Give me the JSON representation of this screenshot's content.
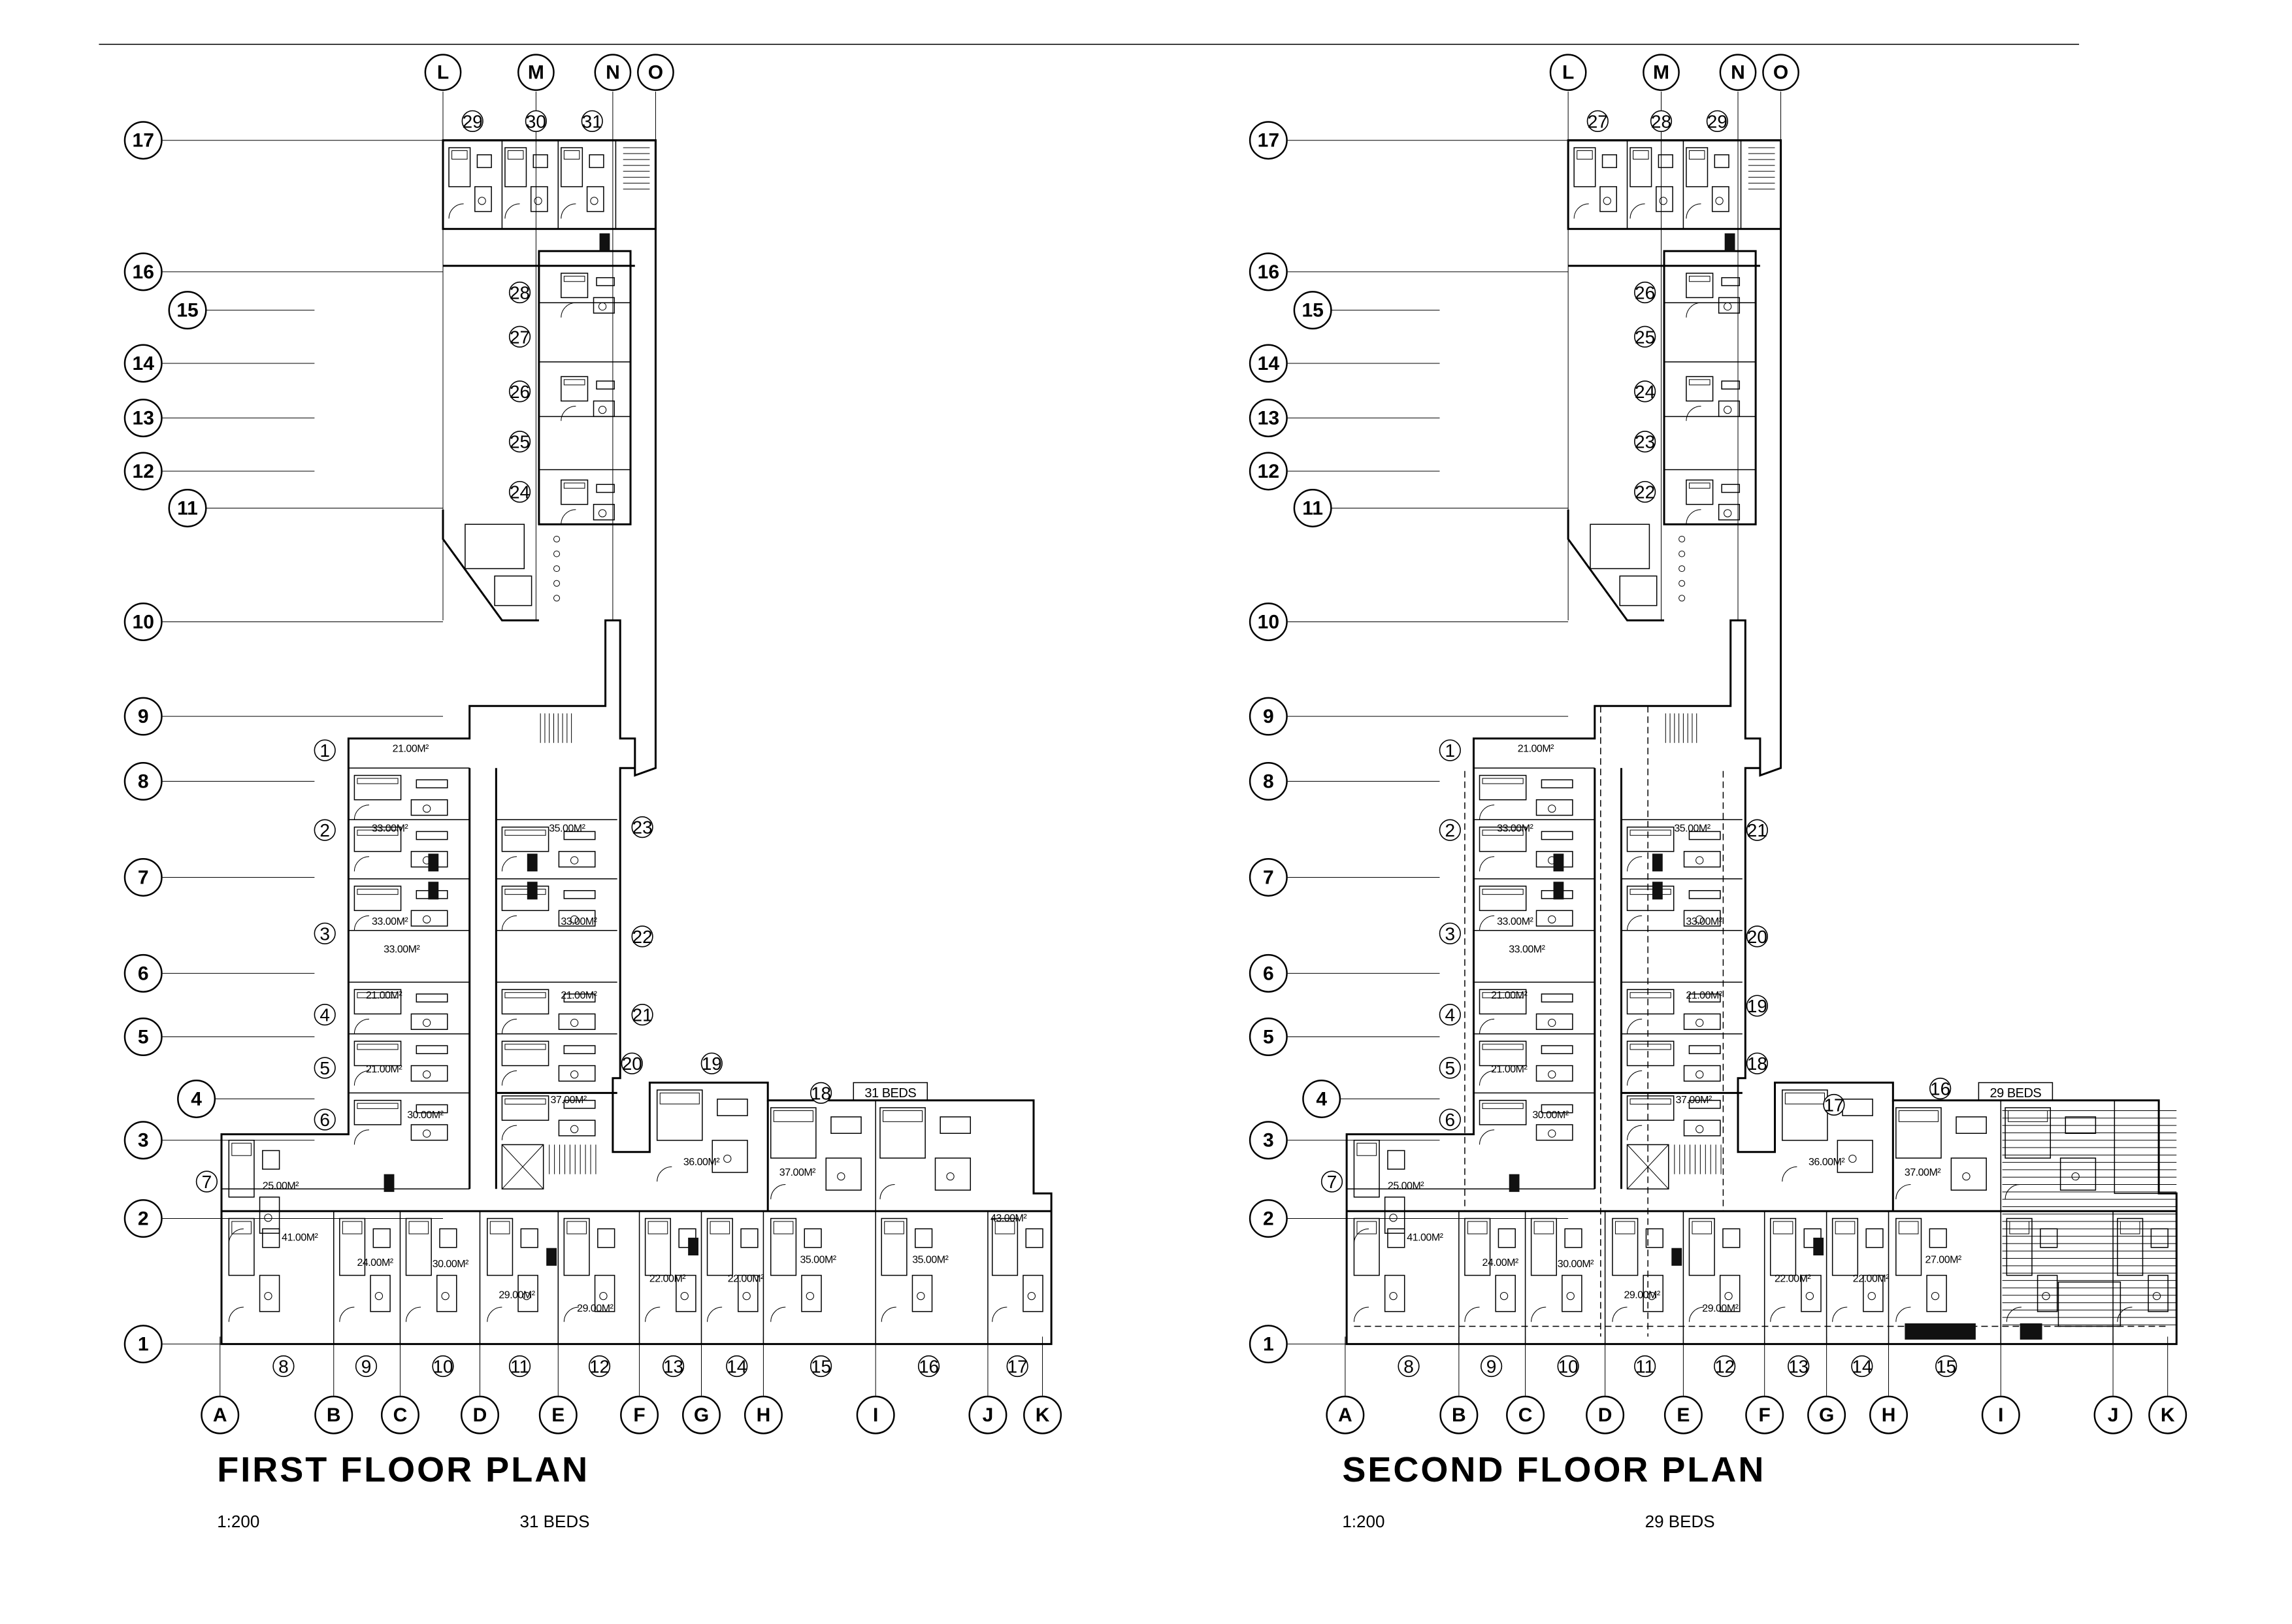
{
  "sheet": {
    "background": "#ffffff",
    "ink": "#000000"
  },
  "plans": [
    {
      "id": "first",
      "title": "FIRST  FLOOR   PLAN",
      "scale": "1:200",
      "beds": "31 BEDS",
      "bed_tag": "31 BEDS",
      "top_axes": [
        "L",
        "M",
        "N",
        "O"
      ],
      "bottom_axes": [
        "A",
        "B",
        "C",
        "D",
        "E",
        "F",
        "G",
        "H",
        "I",
        "J",
        "K"
      ],
      "row_axes": [
        "17",
        "16",
        "15",
        "14",
        "13",
        "12",
        "11",
        "10",
        "9",
        "8",
        "7",
        "6",
        "5",
        "4",
        "3",
        "2",
        "1"
      ],
      "rooms": [
        "29",
        "30",
        "31",
        "28",
        "27",
        "26",
        "25",
        "24",
        "1",
        "2",
        "3",
        "4",
        "5",
        "6",
        "7",
        "23",
        "22",
        "21",
        "20",
        "19",
        "18",
        "8",
        "9",
        "10",
        "11",
        "12",
        "13",
        "14",
        "15",
        "16",
        "17"
      ],
      "areas": [
        "21.00M²",
        "33.00M²",
        "35.00M²",
        "33.00M²",
        "33.00M²",
        "33.00M²",
        "21.00M²",
        "21.00M²",
        "21.00M²",
        "30.00M²",
        "37.00M²",
        "25.00M²",
        "41.00M²",
        "24.00M²",
        "30.00M²",
        "29.00M²",
        "29.00M²",
        "22.00M²",
        "22.00M²",
        "36.00M²",
        "37.00M²",
        "35.00M²",
        "35.00M²",
        "43.00M²"
      ]
    },
    {
      "id": "second",
      "title": "SECOND  FLOOR   PLAN",
      "scale": "1:200",
      "beds": "29 BEDS",
      "bed_tag": "29 BEDS",
      "top_axes": [
        "L",
        "M",
        "N",
        "O"
      ],
      "bottom_axes": [
        "A",
        "B",
        "C",
        "D",
        "E",
        "F",
        "G",
        "H",
        "I",
        "J",
        "K"
      ],
      "row_axes": [
        "17",
        "16",
        "15",
        "14",
        "13",
        "12",
        "11",
        "10",
        "9",
        "8",
        "7",
        "6",
        "5",
        "4",
        "3",
        "2",
        "1"
      ],
      "rooms": [
        "27",
        "28",
        "29",
        "26",
        "25",
        "24",
        "23",
        "22",
        "1",
        "2",
        "3",
        "4",
        "5",
        "6",
        "7",
        "21",
        "20",
        "19",
        "18",
        "17",
        "16",
        "8",
        "9",
        "10",
        "11",
        "12",
        "13",
        "14",
        "15"
      ],
      "areas": [
        "21.00M²",
        "33.00M²",
        "35.00M²",
        "33.00M²",
        "33.00M²",
        "33.00M²",
        "21.00M²",
        "21.00M²",
        "21.00M²",
        "30.00M²",
        "37.00M²",
        "25.00M²",
        "41.00M²",
        "24.00M²",
        "30.00M²",
        "29.00M²",
        "29.00M²",
        "22.00M²",
        "22.00M²",
        "36.00M²",
        "37.00M²",
        "27.00M²"
      ]
    }
  ]
}
